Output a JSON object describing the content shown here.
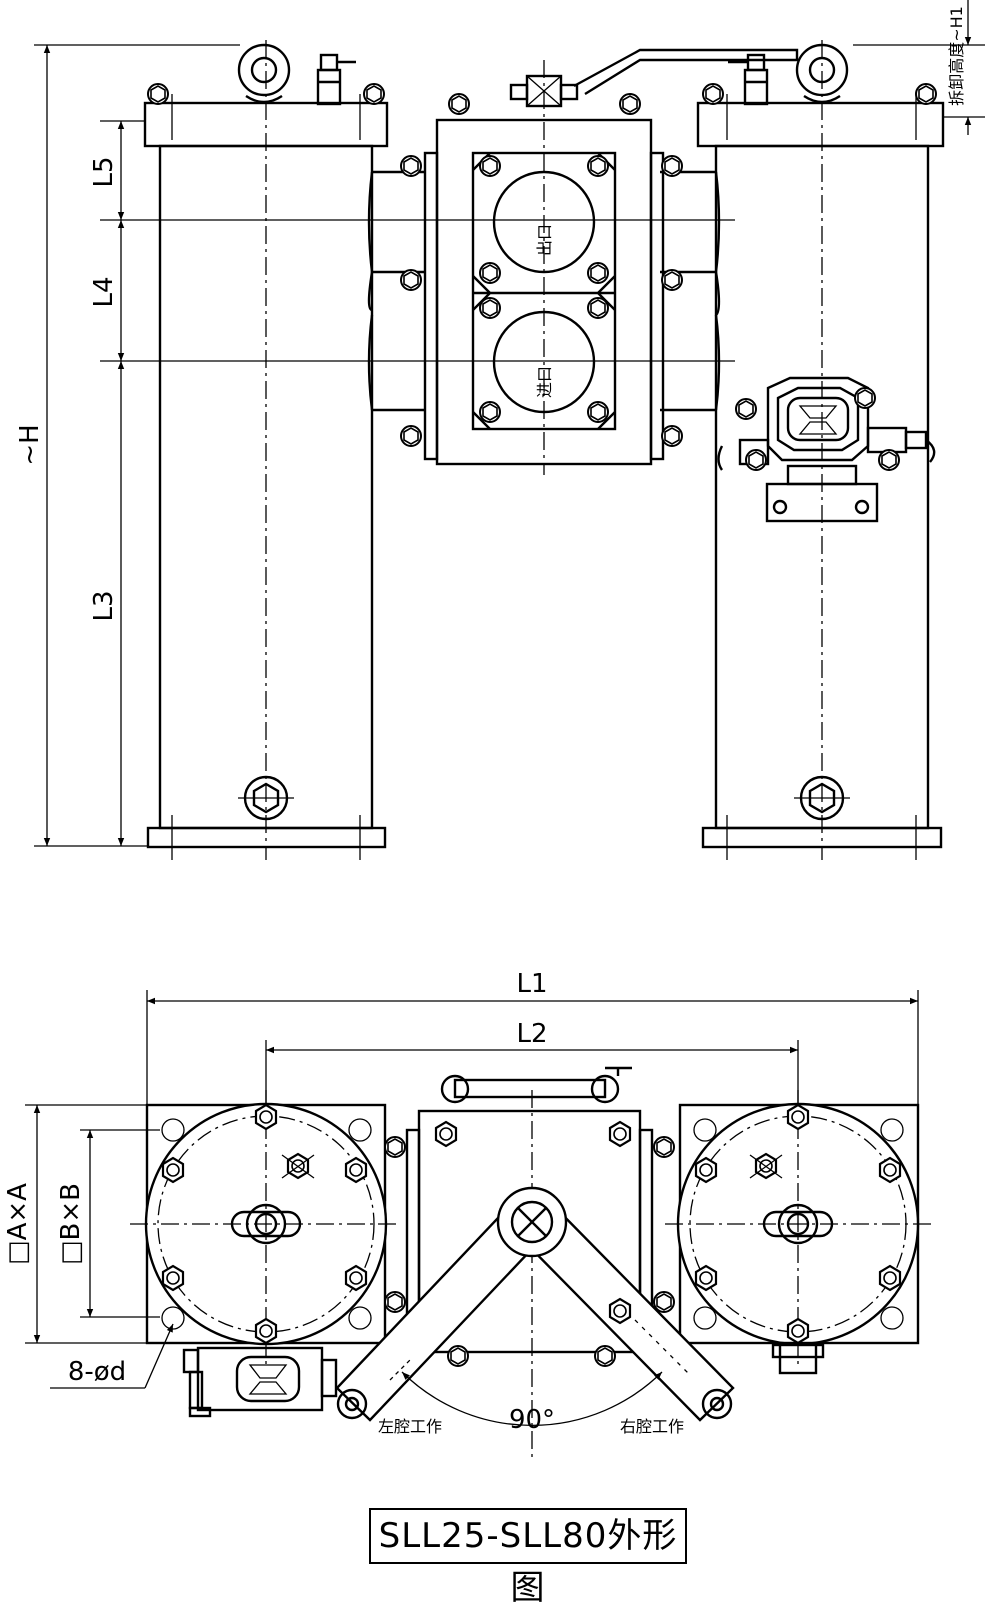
{
  "labels": {
    "height_total": "~H",
    "removal_height": "拆卸高度~H1",
    "l5": "L5",
    "l4": "L4",
    "l3": "L3",
    "outlet": "出口",
    "inlet": "进口",
    "l1": "L1",
    "l2": "L2",
    "square_a": "□A×A",
    "square_b": "□B×B",
    "holes": "8-ød",
    "angle": "90°",
    "left_chamber": "左腔工作",
    "right_chamber": "右腔工作"
  },
  "title": "SLL25-SLL80外形图"
}
